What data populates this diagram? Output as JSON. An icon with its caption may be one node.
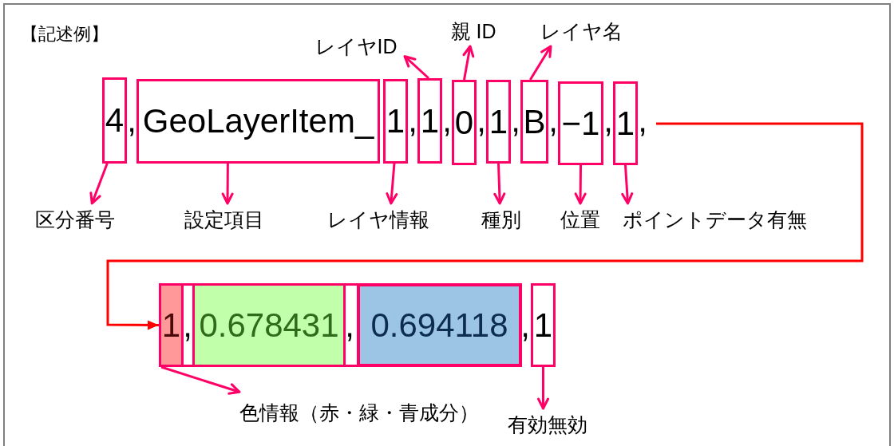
{
  "diagram": {
    "nodes": [
      {
        "text": [
          "4"
        ]
      },
      {
        "text": [
          "GeoLayerItem_"
        ]
      },
      {
        "text": [
          "1"
        ]
      },
      {
        "text": [
          "1"
        ]
      },
      {
        "text": [
          "0"
        ]
      },
      {
        "text": [
          "1"
        ]
      },
      {
        "text": [
          "B"
        ]
      },
      {
        "text": [
          "−1"
        ]
      },
      {
        "text": [
          "1"
        ]
      },
      {
        "text": [
          "区分番号"
        ]
      },
      {
        "text": [
          "設定項目"
        ]
      },
      {
        "text": [
          "レイヤ情報"
        ]
      },
      {
        "text": [
          "種別"
        ]
      },
      {
        "text": [
          "位置"
        ]
      },
      {
        "text": [
          "ポイントデータ有無"
        ]
      },
      {
        "text": [
          "レイヤID"
        ]
      },
      {
        "text": [
          "親 ID"
        ]
      },
      {
        "text": [
          "レイヤ名"
        ]
      },
      {
        "text": [],
        "shape": "box"
      },
      {
        "text": [
          "1"
        ],
        "in": 18
      },
      {
        "text": [
          "0.678431"
        ],
        "in": 18
      },
      {
        "text": [
          "0.694118"
        ],
        "in": 18
      },
      {
        "text": [
          "1"
        ]
      },
      {
        "text": [
          "色情報（赤・緑・青成分）"
        ]
      },
      {
        "text": [
          "有効無効"
        ]
      }
    ],
    "edges": [
      {
        "from": 0,
        "to": 9,
        "arrow": "to"
      },
      {
        "from": 1,
        "to": 10,
        "arrow": "to"
      },
      {
        "from": 2,
        "to": 11,
        "arrow": "to"
      },
      {
        "from": 3,
        "to": 15,
        "arrow": "to"
      },
      {
        "from": 4,
        "to": 16,
        "arrow": "to"
      },
      {
        "from": 5,
        "to": 12,
        "arrow": "to"
      },
      {
        "from": 6,
        "to": 17,
        "arrow": "to"
      },
      {
        "from": 7,
        "to": 13,
        "arrow": "to"
      },
      {
        "from": 8,
        "to": 14,
        "arrow": "to"
      },
      {
        "from": null,
        "to": 19,
        "arrow": "to",
        "color": "#ff0000"
      },
      {
        "from": 19,
        "to": 23,
        "arrow": "to"
      },
      {
        "from": 22,
        "to": 24,
        "arrow": "to"
      }
    ],
    "labels": [
      "【記述例】",
      ",",
      ",",
      ",",
      ",",
      ",",
      ",",
      ",",
      ",",
      ",",
      ",",
      ","
    ]
  }
}
